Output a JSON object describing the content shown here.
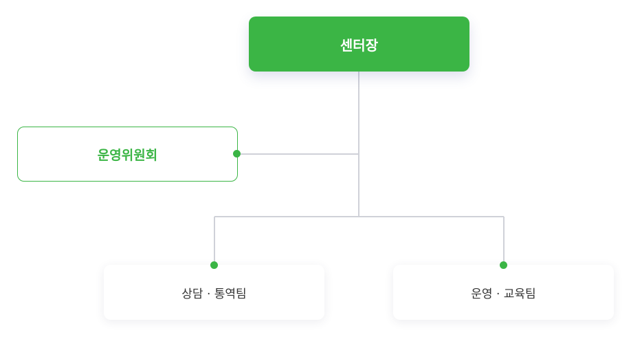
{
  "org_chart": {
    "top": {
      "label": "센터장"
    },
    "side": {
      "label": "운영위원회"
    },
    "children": [
      {
        "label": "상담 · 통역팀"
      },
      {
        "label": "운영 · 교육팀"
      }
    ]
  },
  "colors": {
    "accent_green": "#3bb545",
    "connector_gray": "#cfd1d8",
    "child_text": "#333333"
  }
}
